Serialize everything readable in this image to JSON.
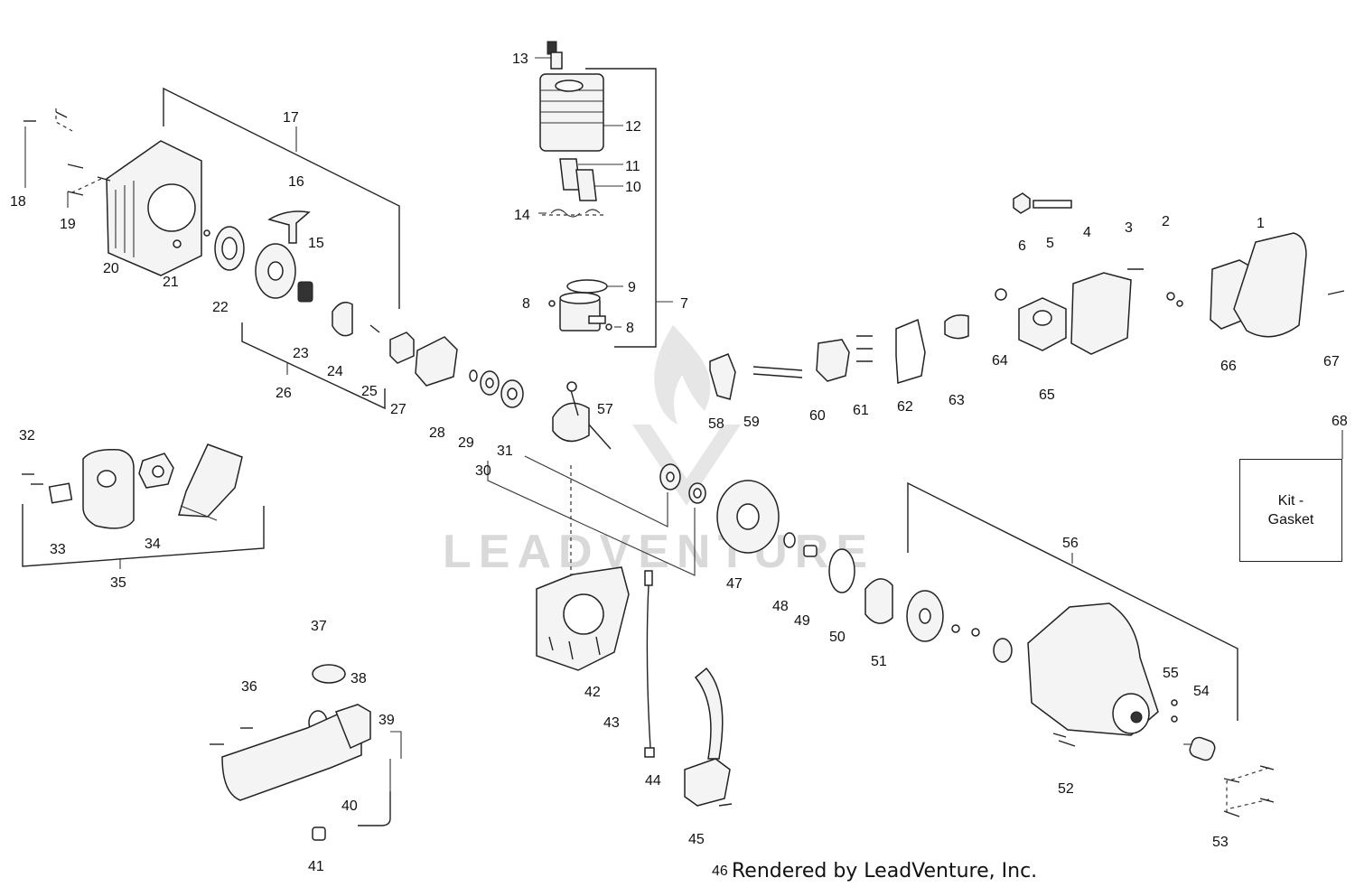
{
  "diagram": {
    "callouts": {
      "c1": "1",
      "c2": "2",
      "c3": "3",
      "c4": "4",
      "c5": "5",
      "c6": "6",
      "c7": "7",
      "c8a": "8",
      "c8b": "8",
      "c9": "9",
      "c10": "10",
      "c11": "11",
      "c12": "12",
      "c13": "13",
      "c14": "14",
      "c15": "15",
      "c16": "16",
      "c17": "17",
      "c18": "18",
      "c19": "19",
      "c20": "20",
      "c21": "21",
      "c22": "22",
      "c23": "23",
      "c24": "24",
      "c25": "25",
      "c26": "26",
      "c27": "27",
      "c28": "28",
      "c29": "29",
      "c30": "30",
      "c31": "31",
      "c32": "32",
      "c33": "33",
      "c34": "34",
      "c35": "35",
      "c36": "36",
      "c37": "37",
      "c38": "38",
      "c39": "39",
      "c40": "40",
      "c41": "41",
      "c42": "42",
      "c43": "43",
      "c44": "44",
      "c45": "45",
      "c46": "46",
      "c47": "47",
      "c48": "48",
      "c49": "49",
      "c50": "50",
      "c51": "51",
      "c52": "52",
      "c53": "53",
      "c54": "54",
      "c55": "55",
      "c56": "56",
      "c57": "57",
      "c58": "58",
      "c59": "59",
      "c60": "60",
      "c61": "61",
      "c62": "62",
      "c63": "63",
      "c64": "64",
      "c65": "65",
      "c66": "66",
      "c67": "67",
      "c68": "68"
    },
    "kit_box": {
      "line1": "Kit -",
      "line2": "Gasket"
    },
    "watermark": "LEADVENTURE",
    "footer": "Rendered by LeadVenture, Inc."
  }
}
